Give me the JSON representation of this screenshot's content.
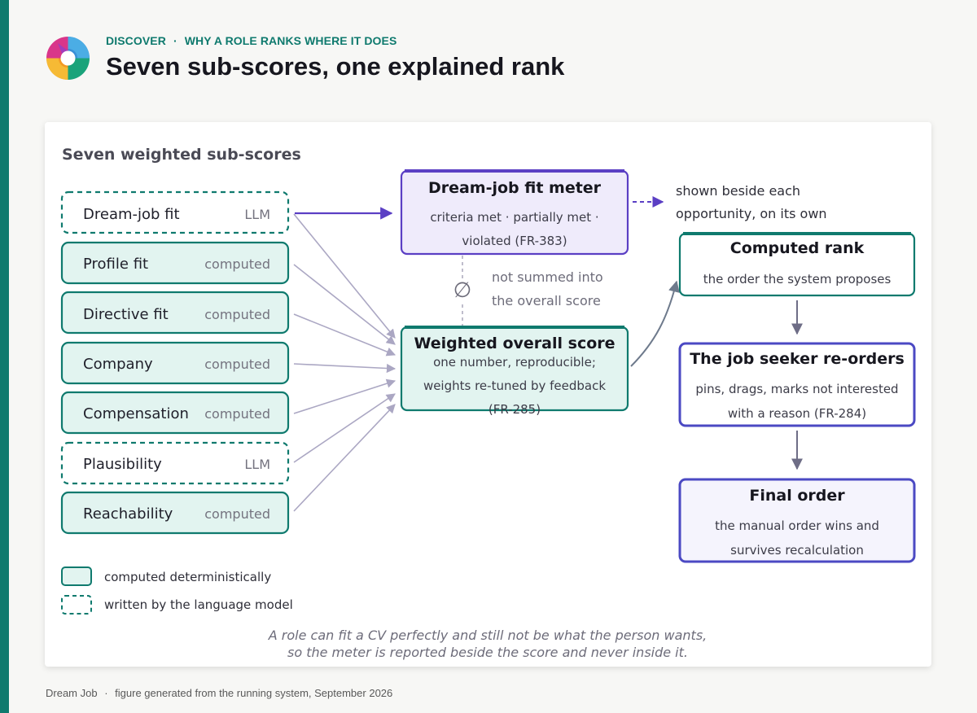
{
  "header": {
    "kicker_section": "DISCOVER",
    "kicker_separator": "·",
    "kicker_topic": "WHY A ROLE RANKS WHERE IT DOES",
    "title": "Seven sub-scores, one explained rank"
  },
  "diagram": {
    "section_title": "Seven weighted sub-scores",
    "subscores": [
      {
        "label": "Dream-job fit",
        "tag": "LLM",
        "kind": "llm"
      },
      {
        "label": "Profile fit",
        "tag": "computed",
        "kind": "computed"
      },
      {
        "label": "Directive fit",
        "tag": "computed",
        "kind": "computed"
      },
      {
        "label": "Company",
        "tag": "computed",
        "kind": "computed"
      },
      {
        "label": "Compensation",
        "tag": "computed",
        "kind": "computed"
      },
      {
        "label": "Plausibility",
        "tag": "LLM",
        "kind": "llm"
      },
      {
        "label": "Reachability",
        "tag": "computed",
        "kind": "computed"
      }
    ],
    "meter": {
      "title": "Dream-job fit meter",
      "line1": "criteria met · partially met ·",
      "line2": "violated  (FR-383)"
    },
    "meter_note": {
      "line1": "shown beside each",
      "line2": "opportunity, on its own"
    },
    "not_summed_symbol": "∅",
    "not_summed": {
      "line1": "not summed into",
      "line2": "the overall score"
    },
    "weighted": {
      "title": "Weighted overall score",
      "line1": "one number, reproducible;",
      "line2": "weights re-tuned by feedback",
      "line3": "(FR-285)"
    },
    "computed_rank": {
      "title": "Computed rank",
      "line1": "the order the system proposes"
    },
    "reorders": {
      "title": "The job seeker re-orders",
      "line1": "pins, drags, marks not interested",
      "line2": "with a reason  (FR-284)"
    },
    "final": {
      "title": "Final order",
      "line1": "the manual order wins and",
      "line2": "survives recalculation"
    },
    "legend": {
      "computed": "computed deterministically",
      "llm": "written by the language model"
    },
    "caption": {
      "line1": "A role can fit a CV perfectly and still not be what the person wants,",
      "line2": "so the meter is reported beside the score and never inside it."
    }
  },
  "footer": {
    "brand": "Dream Job",
    "separator": "·",
    "note": "figure generated from the running system, September 2026"
  },
  "colors": {
    "teal": "#0f7a6e",
    "teal_fill": "#e2f4f0",
    "purple": "#5b3fc4",
    "purple_fill": "#efebfb",
    "indigo": "#4b49c3",
    "indigo_fill": "#f5f4fd",
    "arrow_grey": "#aba7c3"
  }
}
